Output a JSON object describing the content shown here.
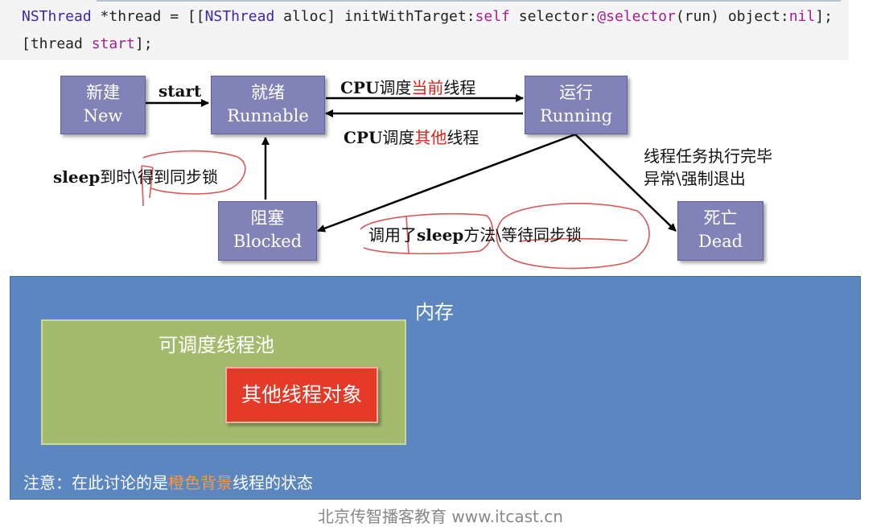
{
  "code": {
    "line1": {
      "class1": "NSThread",
      "var": " *thread = [[",
      "class2": "NSThread",
      "alloc": " alloc] initWithTarget:",
      "self": "self",
      "selector_kw": " selector:",
      "selector_macro": "@selector",
      "selector_arg": "(run) object:",
      "nil": "nil",
      "end": "];"
    },
    "line2": {
      "open": "[thread ",
      "start": "start",
      "close": "];"
    }
  },
  "states": {
    "new": {
      "cn": "新建",
      "en": "New"
    },
    "runnable": {
      "cn": "就绪",
      "en": "Runnable"
    },
    "running": {
      "cn": "运行",
      "en": "Running"
    },
    "blocked": {
      "cn": "阻塞",
      "en": "Blocked"
    },
    "dead": {
      "cn": "死亡",
      "en": "Dead"
    }
  },
  "transitions": {
    "start": "start",
    "to_running": {
      "prefix_bold": "CPU",
      "prefix": "调度",
      "highlight": "当前",
      "suffix": "线程"
    },
    "to_runnable": {
      "prefix_bold": "CPU",
      "prefix": "调度",
      "highlight": "其他",
      "suffix": "线程"
    },
    "wake": {
      "bold": "sleep",
      "text": "到时\\得到同步锁"
    },
    "block": {
      "pre": "调用了",
      "bold": "sleep",
      "text": "方法\\等待同步锁"
    },
    "dead_line1": "线程任务执行完毕",
    "dead_line2": "异常\\强制退出"
  },
  "memory": {
    "title": "内存",
    "pool_title": "可调度线程池",
    "thread_object": "其他线程对象",
    "note": {
      "prefix": "注意：在此讨论的是",
      "highlight": "橙色背景",
      "suffix": "线程的状态"
    }
  },
  "footer": "北京传智播客教育 www.itcast.cn",
  "colors": {
    "state_box": "#8182b8",
    "memory_bg": "#5b86bf",
    "pool_bg": "#a3bb6c",
    "thread_object_bg": "#e43a27",
    "highlight_red": "#e2231a",
    "annotation_red": "#d33a3a",
    "note_orange": "#f19a45"
  }
}
